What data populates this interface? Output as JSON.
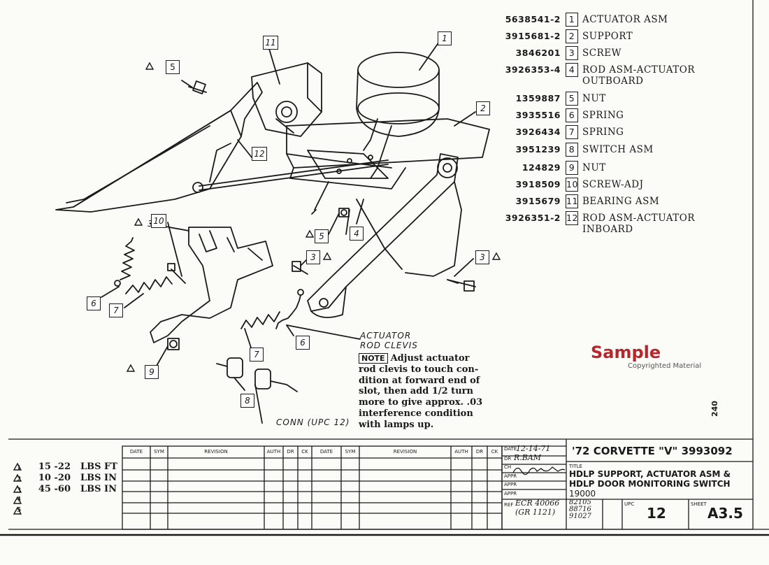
{
  "parts": [
    {
      "part_no": "5638541-2",
      "item": "1",
      "desc": "ACTUATOR ASM",
      "desc2": ""
    },
    {
      "part_no": "3915681-2",
      "item": "2",
      "desc": "SUPPORT",
      "desc2": ""
    },
    {
      "part_no": "3846201",
      "item": "3",
      "desc": "SCREW",
      "desc2": ""
    },
    {
      "part_no": "3926353-4",
      "item": "4",
      "desc": "ROD ASM-ACTUATOR",
      "desc2": "OUTBOARD"
    },
    {
      "part_no": "1359887",
      "item": "5",
      "desc": "NUT",
      "desc2": ""
    },
    {
      "part_no": "3935516",
      "item": "6",
      "desc": "SPRING",
      "desc2": ""
    },
    {
      "part_no": "3926434",
      "item": "7",
      "desc": "SPRING",
      "desc2": ""
    },
    {
      "part_no": "3951239",
      "item": "8",
      "desc": "SWITCH ASM",
      "desc2": ""
    },
    {
      "part_no": "124829",
      "item": "9",
      "desc": "NUT",
      "desc2": ""
    },
    {
      "part_no": "3918509",
      "item": "10",
      "desc": "SCREW-ADJ",
      "desc2": ""
    },
    {
      "part_no": "3915679",
      "item": "11",
      "desc": "BEARING ASM",
      "desc2": ""
    },
    {
      "part_no": "3926351-2",
      "item": "12",
      "desc": "ROD ASM-ACTUATOR",
      "desc2": "INBOARD"
    }
  ],
  "callouts": {
    "c1": "1",
    "c2": "2",
    "c3a": "3",
    "c3b": "3",
    "c3c": "3",
    "c4": "4",
    "c5a": "5",
    "c5b": "5",
    "c6a": "6",
    "c6b": "6",
    "c7a": "7",
    "c7b": "7",
    "c8": "8",
    "c9": "9",
    "c10": "10",
    "c11": "11",
    "c12": "12"
  },
  "labels": {
    "actuator_clevis_1": "ACTUATOR",
    "actuator_clevis_2": "ROD CLEVIS",
    "conn": "CONN (UPC 12)",
    "note_tag": "NOTE",
    "note_lines": [
      "Adjust actuator",
      "rod clevis to touch con-",
      "dition at forward end of",
      "slot, then add 1/2 turn",
      "more to give approx. .03",
      "interference condition",
      "with lamps up."
    ],
    "watermark_title": "Sample",
    "watermark_sub": "Copyrighted Material",
    "page_number": "240"
  },
  "torque_specs": [
    {
      "idx": "1",
      "value": "15 -22",
      "unit": "LBS FT"
    },
    {
      "idx": "2",
      "value": "10 -20",
      "unit": "LBS IN"
    },
    {
      "idx": "3",
      "value": "45 -60",
      "unit": "LBS IN"
    },
    {
      "idx": "4",
      "value": "",
      "unit": ""
    },
    {
      "idx": "5",
      "value": "",
      "unit": ""
    }
  ],
  "revision_headers": [
    "DATE",
    "SYM",
    "REVISION",
    "AUTH",
    "DR",
    "CK",
    "DATE",
    "SYM",
    "REVISION",
    "AUTH",
    "DR",
    "CK"
  ],
  "title_block": {
    "date_label": "DATE",
    "date_value": "12-14-71",
    "dr_label": "DR",
    "dr_value": "R.BAM",
    "ch_label": "CH",
    "appr_labels": [
      "APPR",
      "APPR",
      "APPR"
    ],
    "ref_label": "REF",
    "ref_value_1": "ECR 40066",
    "ref_value_2": "(GR 1121)",
    "sub_refs": [
      "82105",
      "88716",
      "91027",
      ""
    ],
    "header": "'72 CORVETTE \"V\" 3993092",
    "title_label": "TITLE",
    "title_lines": [
      "HDLP SUPPORT, ACTUATOR ASM &",
      "HDLP DOOR MONITORING SWITCH",
      "19000"
    ],
    "upc_label": "UPC",
    "upc_value": "12",
    "sheet_label": "SHEET",
    "sheet_value": "A3.5"
  },
  "colors": {
    "ink": "#1a1a1a",
    "watermark": "#b8262b",
    "paper": "#fbfbf8"
  }
}
